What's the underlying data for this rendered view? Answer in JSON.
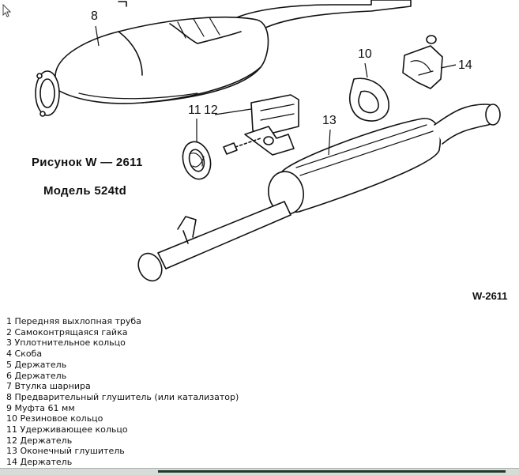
{
  "figure": {
    "caption": "Рисунок W — 2611",
    "model": "Модель 524td",
    "ref_code": "W-2611",
    "callouts": [
      "8",
      "10",
      "14",
      "11",
      "12",
      "13"
    ]
  },
  "legend": [
    "1 Передняя выхлопная труба",
    "2 Самоконтрящаяся гайка",
    "3 Уплотнительное кольцо",
    "4 Скоба",
    "5 Держатель",
    "6 Держатель",
    "7 Втулка шарнира",
    "8 Предварительный глушитель (или катализатор)",
    "9 Муфта 61 мм",
    "10 Резиновое кольцо",
    "11 Удерживающее кольцо",
    "12 Держатель",
    "13 Оконечный глушитель",
    "14 Держатель"
  ]
}
